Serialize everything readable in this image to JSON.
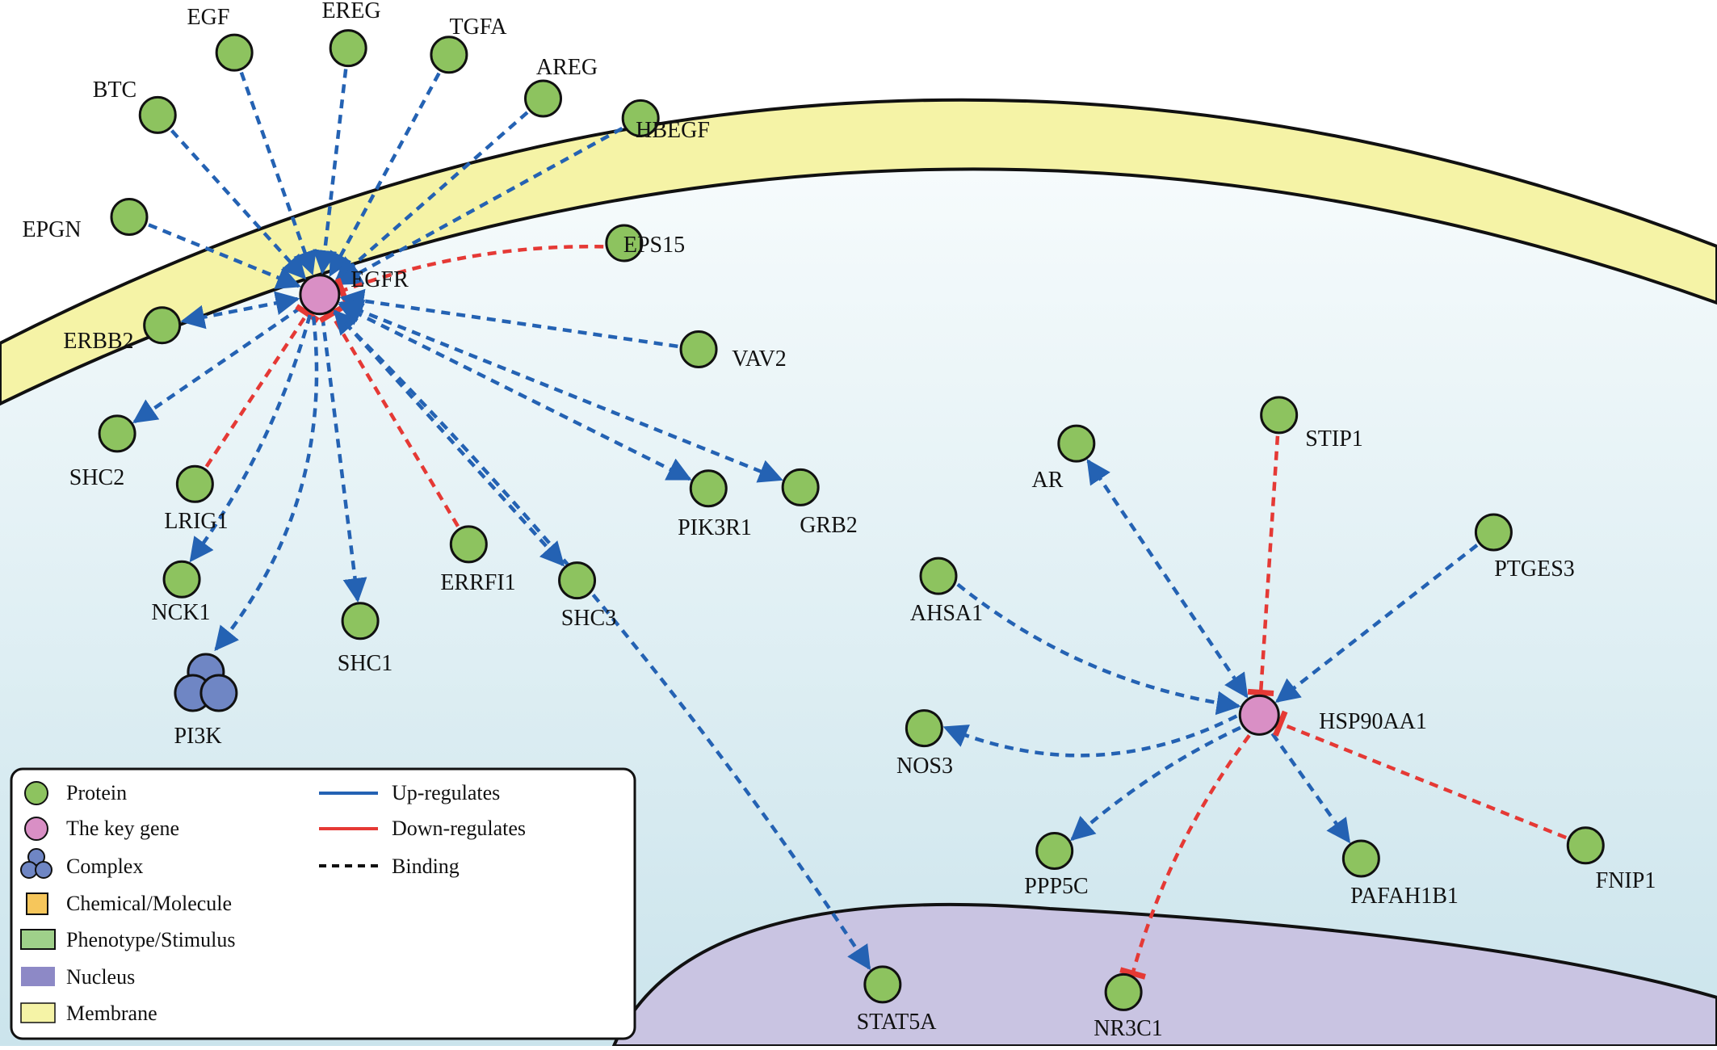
{
  "colors": {
    "protein": "#8dc35f",
    "key_gene": "#d98fc5",
    "complex": "#6f86c4",
    "chemical": "#f6c65b",
    "phenotype": "#9fd08a",
    "nucleus": "#c9c4e2",
    "membrane": "#f5f3a6",
    "cytoplasm_top": "#f6fbfc",
    "cytoplasm_bottom": "#cbe4ec",
    "up": "#2462b3",
    "down": "#e53935",
    "binding": "#111111"
  },
  "nodes": [
    {
      "id": "EGF",
      "label": "EGF",
      "type": "protein"
    },
    {
      "id": "EREG",
      "label": "EREG",
      "type": "protein"
    },
    {
      "id": "TGFA",
      "label": "TGFA",
      "type": "protein"
    },
    {
      "id": "AREG",
      "label": "AREG",
      "type": "protein"
    },
    {
      "id": "HBEGF",
      "label": "HBEGF",
      "type": "protein"
    },
    {
      "id": "BTC",
      "label": "BTC",
      "type": "protein"
    },
    {
      "id": "EPGN",
      "label": "EPGN",
      "type": "protein"
    },
    {
      "id": "EPS15",
      "label": "EPS15",
      "type": "protein"
    },
    {
      "id": "EGFR",
      "label": "EGFR",
      "type": "key"
    },
    {
      "id": "ERBB2",
      "label": "ERBB2",
      "type": "protein"
    },
    {
      "id": "VAV2",
      "label": "VAV2",
      "type": "protein"
    },
    {
      "id": "SHC2",
      "label": "SHC2",
      "type": "protein"
    },
    {
      "id": "LRIG1",
      "label": "LRIG1",
      "type": "protein"
    },
    {
      "id": "NCK1",
      "label": "NCK1",
      "type": "protein"
    },
    {
      "id": "PI3K",
      "label": "PI3K",
      "type": "complex"
    },
    {
      "id": "SHC1",
      "label": "SHC1",
      "type": "protein"
    },
    {
      "id": "ERRFI1",
      "label": "ERRFI1",
      "type": "protein"
    },
    {
      "id": "SHC3",
      "label": "SHC3",
      "type": "protein"
    },
    {
      "id": "PIK3R1",
      "label": "PIK3R1",
      "type": "protein"
    },
    {
      "id": "GRB2",
      "label": "GRB2",
      "type": "protein"
    },
    {
      "id": "STAT5A",
      "label": "STAT5A",
      "type": "protein"
    },
    {
      "id": "AR",
      "label": "AR",
      "type": "protein"
    },
    {
      "id": "STIP1",
      "label": "STIP1",
      "type": "protein"
    },
    {
      "id": "PTGES3",
      "label": "PTGES3",
      "type": "protein"
    },
    {
      "id": "AHSA1",
      "label": "AHSA1",
      "type": "protein"
    },
    {
      "id": "HSP90AA1",
      "label": "HSP90AA1",
      "type": "key"
    },
    {
      "id": "NOS3",
      "label": "NOS3",
      "type": "protein"
    },
    {
      "id": "PPP5C",
      "label": "PPP5C",
      "type": "protein"
    },
    {
      "id": "PAFAH1B1",
      "label": "PAFAH1B1",
      "type": "protein"
    },
    {
      "id": "FNIP1",
      "label": "FNIP1",
      "type": "protein"
    },
    {
      "id": "NR3C1",
      "label": "NR3C1",
      "type": "protein"
    }
  ],
  "edges": [
    {
      "from": "EGF",
      "to": "EGFR",
      "kind": "up"
    },
    {
      "from": "EREG",
      "to": "EGFR",
      "kind": "up"
    },
    {
      "from": "TGFA",
      "to": "EGFR",
      "kind": "up"
    },
    {
      "from": "AREG",
      "to": "EGFR",
      "kind": "up"
    },
    {
      "from": "HBEGF",
      "to": "EGFR",
      "kind": "up"
    },
    {
      "from": "BTC",
      "to": "EGFR",
      "kind": "up"
    },
    {
      "from": "EPGN",
      "to": "EGFR",
      "kind": "up"
    },
    {
      "from": "EPS15",
      "to": "EGFR",
      "kind": "down"
    },
    {
      "from": "EGFR",
      "to": "ERBB2",
      "kind": "up",
      "both": true
    },
    {
      "from": "VAV2",
      "to": "EGFR",
      "kind": "up"
    },
    {
      "from": "EGFR",
      "to": "SHC2",
      "kind": "up"
    },
    {
      "from": "LRIG1",
      "to": "EGFR",
      "kind": "down"
    },
    {
      "from": "EGFR",
      "to": "NCK1",
      "kind": "up"
    },
    {
      "from": "EGFR",
      "to": "PI3K",
      "kind": "up"
    },
    {
      "from": "EGFR",
      "to": "SHC1",
      "kind": "up"
    },
    {
      "from": "ERRFI1",
      "to": "EGFR",
      "kind": "down"
    },
    {
      "from": "EGFR",
      "to": "SHC3",
      "kind": "up",
      "both": true
    },
    {
      "from": "EGFR",
      "to": "PIK3R1",
      "kind": "up",
      "both": true
    },
    {
      "from": "EGFR",
      "to": "GRB2",
      "kind": "up",
      "both": true
    },
    {
      "from": "EGFR",
      "to": "STAT5A",
      "kind": "up"
    },
    {
      "from": "HSP90AA1",
      "to": "AR",
      "kind": "up",
      "both": true
    },
    {
      "from": "STIP1",
      "to": "HSP90AA1",
      "kind": "down"
    },
    {
      "from": "PTGES3",
      "to": "HSP90AA1",
      "kind": "up"
    },
    {
      "from": "AHSA1",
      "to": "HSP90AA1",
      "kind": "up"
    },
    {
      "from": "HSP90AA1",
      "to": "NOS3",
      "kind": "up"
    },
    {
      "from": "HSP90AA1",
      "to": "PPP5C",
      "kind": "up"
    },
    {
      "from": "HSP90AA1",
      "to": "PAFAH1B1",
      "kind": "up"
    },
    {
      "from": "FNIP1",
      "to": "HSP90AA1",
      "kind": "down"
    },
    {
      "from": "HSP90AA1",
      "to": "NR3C1",
      "kind": "down"
    }
  ],
  "legend": {
    "items": [
      {
        "label": "Protein",
        "symbol": "protein-circle"
      },
      {
        "label": "The key gene",
        "symbol": "key-gene-circle"
      },
      {
        "label": "Complex",
        "symbol": "complex-trefoil"
      },
      {
        "label": "Chemical/Molecule",
        "symbol": "chemical-square"
      },
      {
        "label": "Phenotype/Stimulus",
        "symbol": "phenotype-rect"
      },
      {
        "label": "Nucleus",
        "symbol": "nucleus-rect"
      },
      {
        "label": "Membrane",
        "symbol": "membrane-rect"
      }
    ],
    "lines": [
      {
        "label": "Up-regulates",
        "symbol": "up-line"
      },
      {
        "label": "Down-regulates",
        "symbol": "down-line"
      },
      {
        "label": "Binding",
        "symbol": "binding-line"
      }
    ]
  }
}
